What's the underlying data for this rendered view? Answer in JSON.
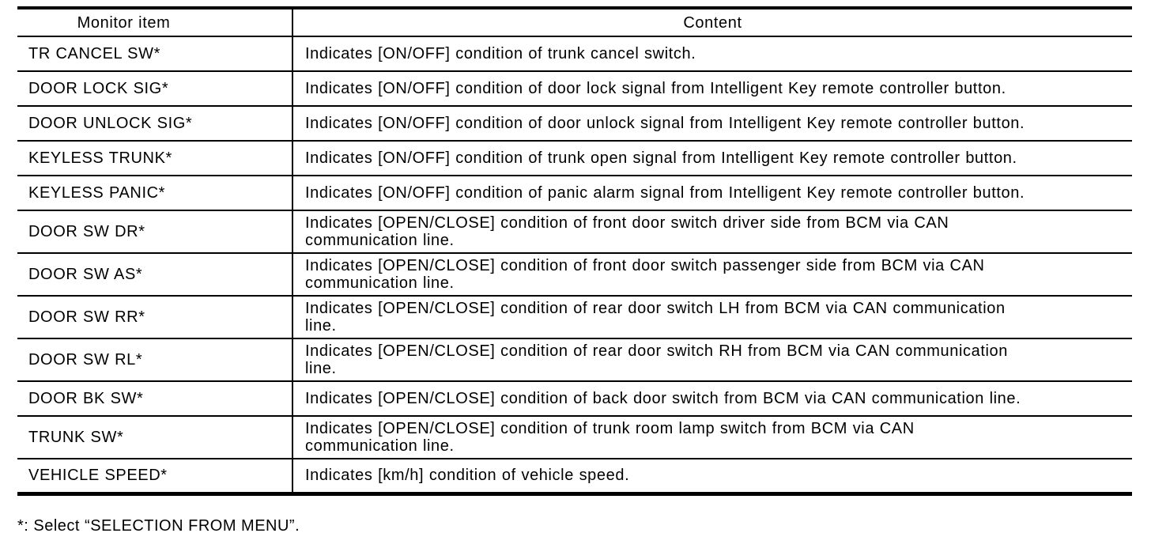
{
  "table": {
    "columns": [
      "Monitor item",
      "Content"
    ],
    "rows": [
      {
        "item": "TR CANCEL SW*",
        "content": "Indicates [ON/OFF] condition of trunk cancel switch."
      },
      {
        "item": "DOOR LOCK SIG*",
        "content": "Indicates [ON/OFF] condition of door lock signal from Intelligent Key remote controller button."
      },
      {
        "item": "DOOR UNLOCK SIG*",
        "content": "Indicates [ON/OFF] condition of door unlock signal from Intelligent Key remote controller button."
      },
      {
        "item": "KEYLESS TRUNK*",
        "content": "Indicates [ON/OFF] condition of trunk open signal from Intelligent Key remote controller button."
      },
      {
        "item": "KEYLESS PANIC*",
        "content": "Indicates [ON/OFF] condition of panic alarm signal from Intelligent Key remote controller button."
      },
      {
        "item": "DOOR SW DR*",
        "content": "Indicates [OPEN/CLOSE] condition of front door switch driver side from BCM via CAN communica­tion line."
      },
      {
        "item": "DOOR SW AS*",
        "content": "Indicates [OPEN/CLOSE] condition of front door switch passenger side from BCM via CAN commu­nication line."
      },
      {
        "item": "DOOR SW RR*",
        "content": "Indicates [OPEN/CLOSE] condition of rear door switch LH from BCM via CAN communication line."
      },
      {
        "item": "DOOR SW RL*",
        "content": "Indicates [OPEN/CLOSE] condition of rear door switch RH from BCM via CAN communication line."
      },
      {
        "item": "DOOR BK SW*",
        "content": "Indicates [OPEN/CLOSE] condition of back door switch from BCM via CAN communication line."
      },
      {
        "item": "TRUNK SW*",
        "content": "Indicates [OPEN/CLOSE] condition of trunk room lamp switch from BCM via CAN communication line."
      },
      {
        "item": "VEHICLE SPEED*",
        "content": "Indicates [km/h] condition of vehicle speed."
      }
    ]
  },
  "footnote": "*: Select “SELECTION FROM MENU”.",
  "colors": {
    "text": "#000000",
    "background": "#ffffff",
    "border": "#000000"
  }
}
